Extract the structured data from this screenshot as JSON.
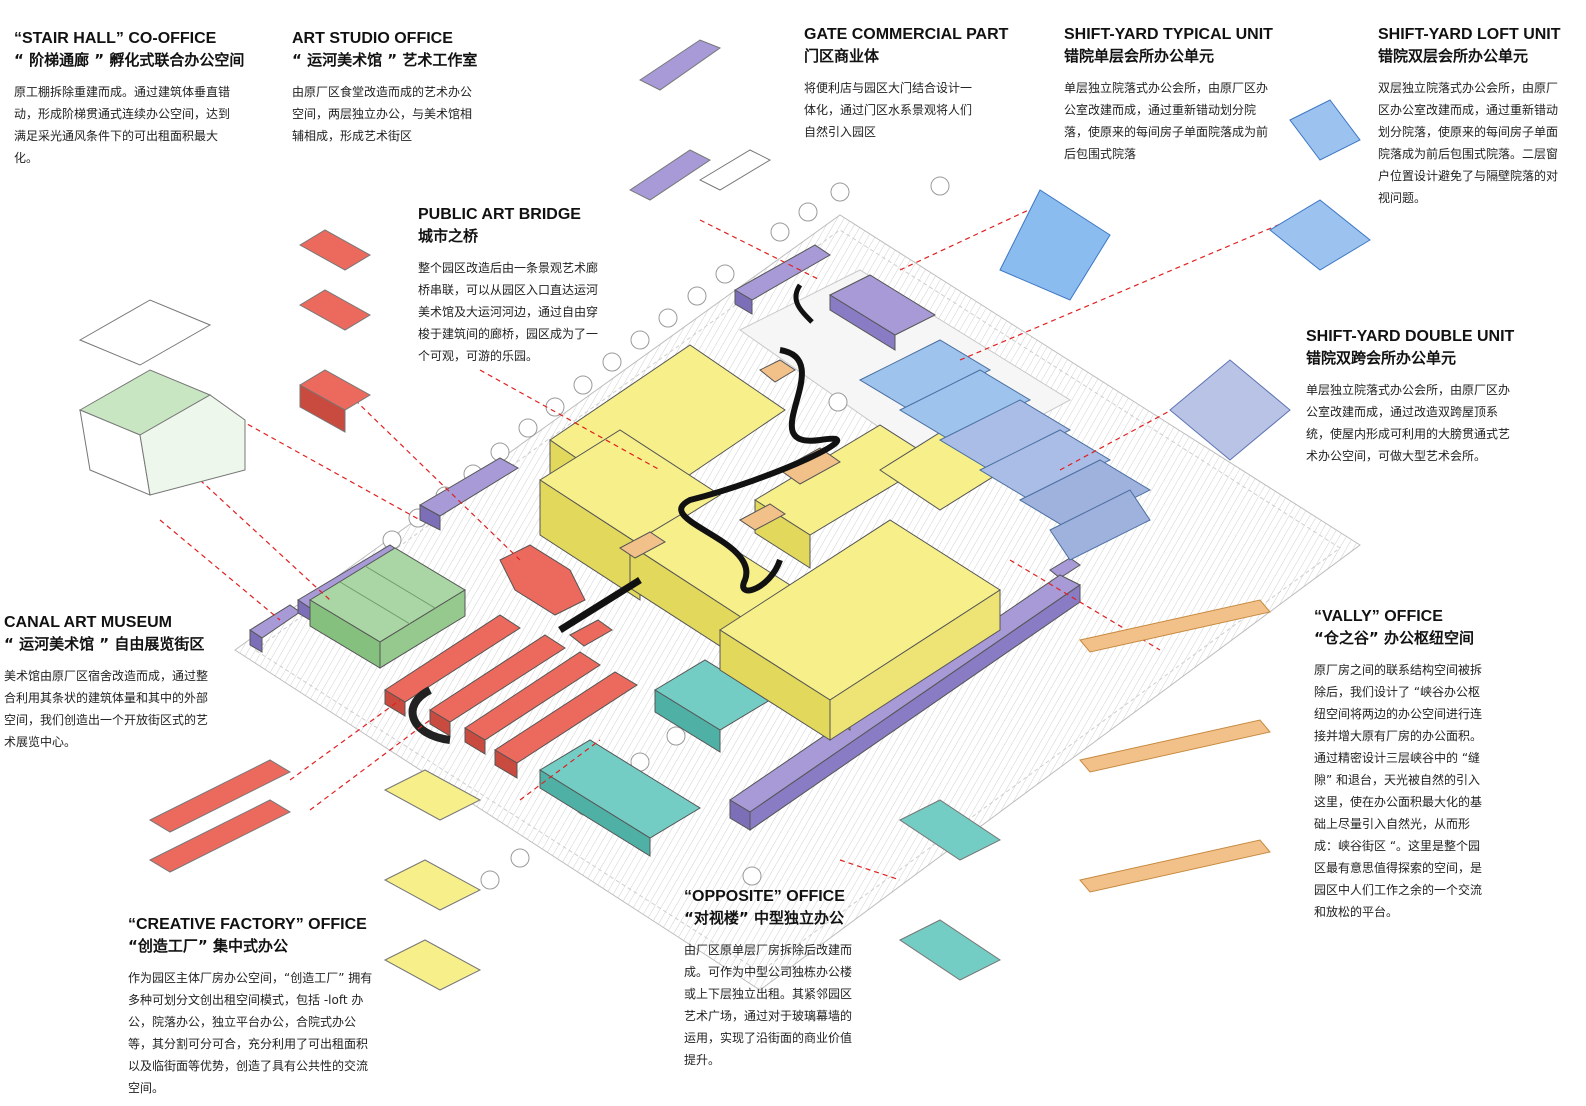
{
  "colors": {
    "yellow": "#f7f08a",
    "purple": "#a79ad6",
    "red": "#ec6a5d",
    "green": "#a9d6a4",
    "teal": "#74cdc4",
    "blue": "#7bb3ea",
    "orange": "#f2c089",
    "leader": "#e02020"
  },
  "labels": {
    "stair_hall": {
      "title_en": "“STAIR HALL” CO-OFFICE",
      "title_zh": "“ 阶梯通廊 ” 孵化式联合办公空间",
      "desc": "原工棚拆除重建而成。通过建筑体垂直错动，形成阶梯贯通式连续办公空间，达到满足采光通风条件下的可出租面积最大化。"
    },
    "art_studio": {
      "title_en": "ART STUDIO OFFICE",
      "title_zh": "“ 运河美术馆 ” 艺术工作室",
      "desc": "由原厂区食堂改造而成的艺术办公空间，两层独立办公，与美术馆相辅相成，形成艺术街区"
    },
    "public_bridge": {
      "title_en": "PUBLIC ART BRIDGE",
      "title_zh": "城市之桥",
      "desc": "整个园区改造后由一条景观艺术廊桥串联，可以从园区入口直达运河美术馆及大运河河边，通过自由穿梭于建筑间的廊桥，园区成为了一个可观，可游的乐园。"
    },
    "gate": {
      "title_en": "GATE COMMERCIAL PART",
      "title_zh": "门区商业体",
      "desc": "将便利店与园区大门结合设计一体化，通过门区水系景观将人们自然引入园区"
    },
    "shift_typical": {
      "title_en": "SHIFT-YARD TYPICAL UNIT",
      "title_zh": "错院单层会所办公单元",
      "desc": "单层独立院落式办公会所，由原厂区办公室改建而成，通过重新错动划分院落，使原来的每间房子单面院落成为前后包围式院落"
    },
    "shift_loft": {
      "title_en": "SHIFT-YARD LOFT UNIT",
      "title_zh": "错院双层会所办公单元",
      "desc": "双层独立院落式办公会所，由原厂区办公室改建而成，通过重新错动划分院落，使原来的每间房子单面院落成为前后包围式院落。二层窗户位置设计避免了与隔壁院落的对视问题。"
    },
    "shift_double": {
      "title_en": "SHIFT-YARD DOUBLE UNIT",
      "title_zh": "错院双跨会所办公单元",
      "desc": "单层独立院落式办公会所，由原厂区办公室改建而成，通过改造双跨屋顶系统，使屋内形成可利用的大膀贯通式艺术办公空间，可做大型艺术会所。"
    },
    "canal_museum": {
      "title_en": "CANAL ART MUSEUM",
      "title_zh": "“ 运河美术馆 ” 自由展览街区",
      "desc": "美术馆由原厂区宿舍改造而成，通过整合利用其条状的建筑体量和其中的外部空间，我们创造出一个开放街区式的艺术展览中心。"
    },
    "vally": {
      "title_en": "“VALLY” OFFICE",
      "title_zh": "“仓之谷” 办公枢纽空间",
      "desc": "原厂房之间的联系结构空间被拆除后，我们设计了 “峡谷办公枢纽空间将两边的办公空间进行连接并增大原有厂房的办公面积。通过精密设计三层峡谷中的 “缝隙” 和退台，天光被自然的引入这里，使在办公面积最大化的基础上尽量引入自然光，从而形成：峡谷街区 “。这里是整个园区最有意思值得探索的空间，是园区中人们工作之余的一个交流和放松的平台。"
    },
    "creative_factory": {
      "title_en": "“CREATIVE FACTORY” OFFICE",
      "title_zh": "“创造工厂” 集中式办公",
      "desc": "作为园区主体厂房办公空间，“创造工厂” 拥有多种可划分文创出租空间模式，包括 -loft 办公，院落办公，独立平台办公，合院式办公等，其分割可分可合，充分利用了可出租面积以及临街面等优势，创造了具有公共性的交流空间。"
    },
    "opposite": {
      "title_en": "“OPPOSITE” OFFICE",
      "title_zh": "“对视楼” 中型独立办公",
      "desc": "由厂区原单层厂房拆除后改建而成。可作为中型公司独栋办公楼或上下层独立出租。其紧邻园区艺术广场，通过对于玻璃幕墙的运用，实现了沿街面的商业价值提升。"
    }
  }
}
